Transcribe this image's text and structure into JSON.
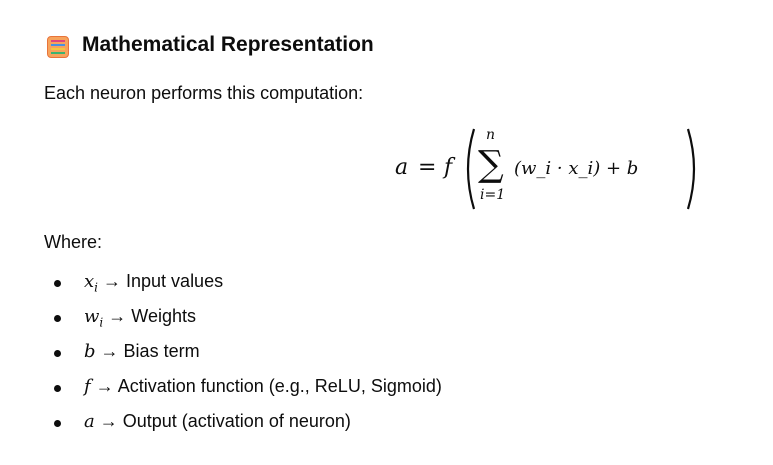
{
  "heading": {
    "icon": "abacus-icon",
    "title": "Mathematical Representation"
  },
  "intro": "Each neuron performs this computation:",
  "formula": {
    "lhs": "a",
    "eq": "=",
    "f": "f",
    "sum_upper": "n",
    "sum_lower": "i=1",
    "body": "(w_i · x_i) + b"
  },
  "where_label": "Where:",
  "items": [
    {
      "sym": "x",
      "sub": "i",
      "desc": "→ Input values"
    },
    {
      "sym": "w",
      "sub": "i",
      "desc": "→ Weights"
    },
    {
      "sym": "b",
      "sub": "",
      "desc": "→ Bias term"
    },
    {
      "sym": "f",
      "sub": "",
      "desc": "→ Activation function (e.g., ReLU, Sigmoid)"
    },
    {
      "sym": "a",
      "sub": "",
      "desc": "→ Output (activation of neuron)"
    }
  ]
}
